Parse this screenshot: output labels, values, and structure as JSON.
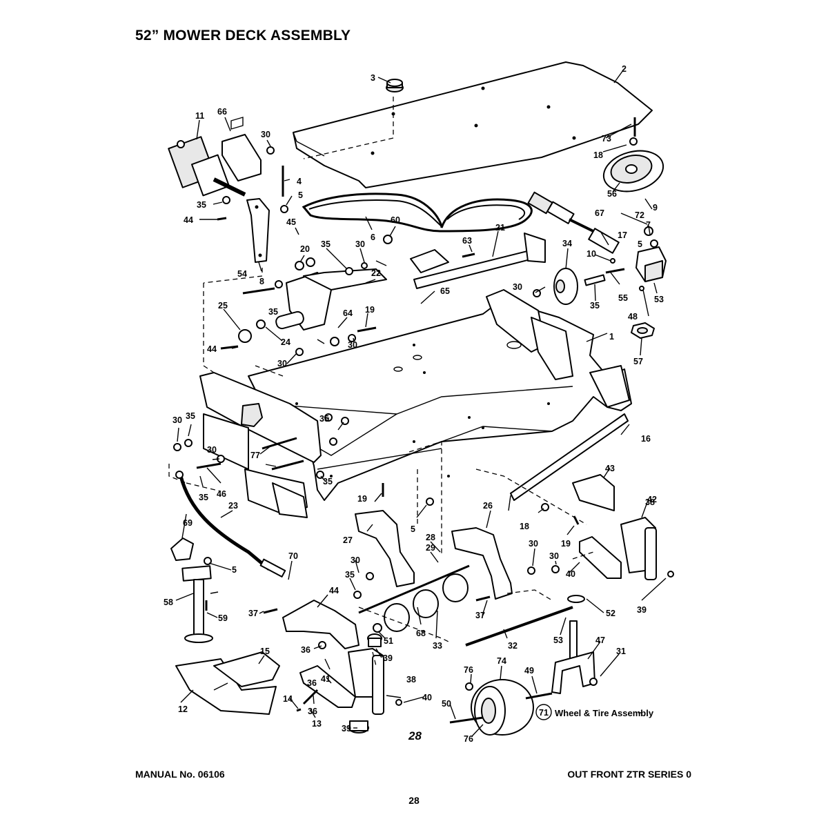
{
  "title": "52” MOWER DECK ASSEMBLY",
  "footer": {
    "manual": "MANUAL No. 06106",
    "series": "OUT FRONT ZTR SERIES 0",
    "page": "28"
  },
  "illustration_page_number": "28",
  "wheel_tire_note": {
    "number": "71",
    "text": "Wheel & Tire Assembly"
  },
  "callouts": [
    "1",
    "2",
    "3",
    "4",
    "5",
    "5",
    "5",
    "5",
    "6",
    "7",
    "8",
    "9",
    "10",
    "11",
    "12",
    "13",
    "14",
    "15",
    "16",
    "17",
    "18",
    "18",
    "19",
    "19",
    "19",
    "20",
    "21",
    "22",
    "23",
    "24",
    "25",
    "26",
    "27",
    "28",
    "29",
    "30",
    "30",
    "30",
    "30",
    "30",
    "30",
    "30",
    "30",
    "30",
    "30",
    "31",
    "32",
    "33",
    "34",
    "35",
    "35",
    "35",
    "35",
    "35",
    "35",
    "35",
    "35",
    "35",
    "36",
    "36",
    "36",
    "37",
    "37",
    "38",
    "38",
    "39",
    "39",
    "39",
    "40",
    "40",
    "41",
    "42",
    "43",
    "44",
    "44",
    "44",
    "45",
    "46",
    "47",
    "48",
    "49",
    "50",
    "51",
    "52",
    "53",
    "53",
    "54",
    "55",
    "56",
    "57",
    "58",
    "59",
    "60",
    "63",
    "64",
    "65",
    "66",
    "67",
    "68",
    "69",
    "70",
    "72",
    "73",
    "74",
    "76",
    "76",
    "77"
  ]
}
